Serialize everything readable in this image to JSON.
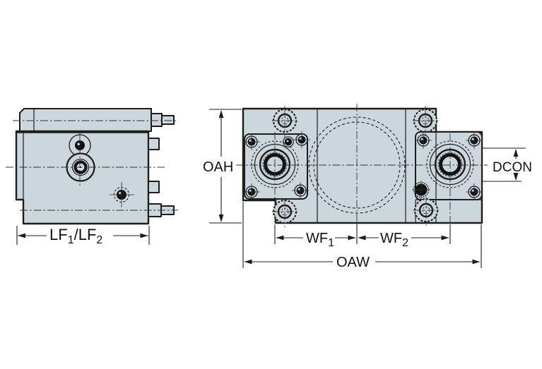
{
  "colors": {
    "background": "#ffffff",
    "body_fill": "#ccd6dd",
    "line": "#1d1d1b",
    "centerline": "#30302e",
    "bolt_fill": "#121212",
    "label_text": "#111111"
  },
  "labels": {
    "lf_base": "LF",
    "lf_sub1": "1",
    "lf_mid": "/LF",
    "lf_sub2": "2",
    "oah": "OAH",
    "wf_base1": "WF",
    "wf_sub1": "1",
    "wf_base2": "WF",
    "wf_sub2": "2",
    "oaw": "OAW",
    "dcon": "DCON"
  }
}
